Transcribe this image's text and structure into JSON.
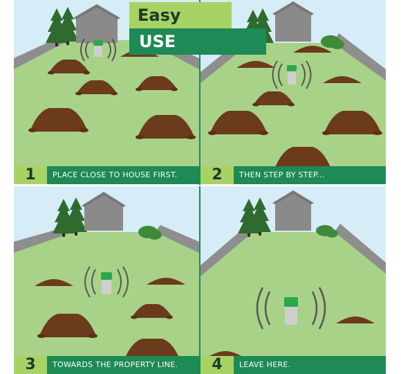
{
  "title": {
    "line1": "Easy",
    "line2": "USE"
  },
  "steps": [
    {
      "number": "1",
      "text": "PLACE CLOSE TO HOUSE FIRST."
    },
    {
      "number": "2",
      "text": "THEN STEP BY STEP..."
    },
    {
      "number": "3",
      "text": "TOWARDS THE PROPERTY LINE."
    },
    {
      "number": "4",
      "text": "LEAVE HERE."
    }
  ],
  "colors": {
    "sky": "#d6ecf6",
    "grass": "#a8d288",
    "fence": "#8e8e8e",
    "house": "#8a8a8a",
    "mound": "#6b3b1c",
    "accent_green": "#1e8a56",
    "accent_lime": "#a9d264"
  }
}
